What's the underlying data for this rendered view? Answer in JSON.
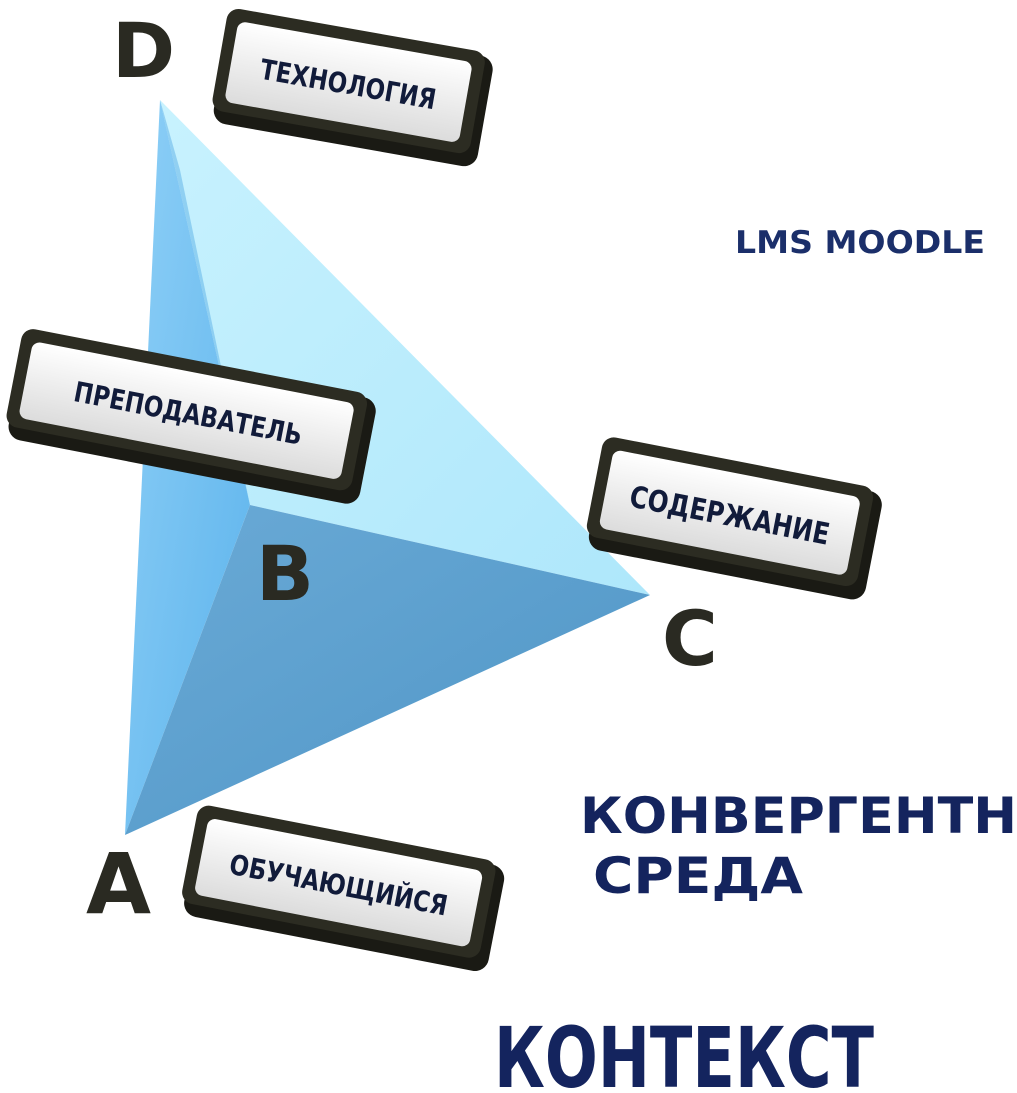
{
  "vertices": {
    "a": "A",
    "b": "B",
    "c": "C",
    "d": "D"
  },
  "tags": {
    "technology": "ТЕХНОЛОГИЯ",
    "teacher": "ПРЕПОДАВАТЕЛЬ",
    "content": "СОДЕРЖАНИЕ",
    "learner": "ОБУЧАЮЩИЙСЯ"
  },
  "platform": "LMS MOODLE",
  "environment": {
    "line1": "КОНВЕРГЕНТН",
    "line2": "СРЕДА"
  },
  "context": "КОНТЕКСТ",
  "colors": {
    "face_left": "#6cbcf2",
    "face_right": "#b8ecfd",
    "face_bottom": "#5a9fce",
    "text_blue": "#14245e",
    "letter": "#2a2a22"
  }
}
